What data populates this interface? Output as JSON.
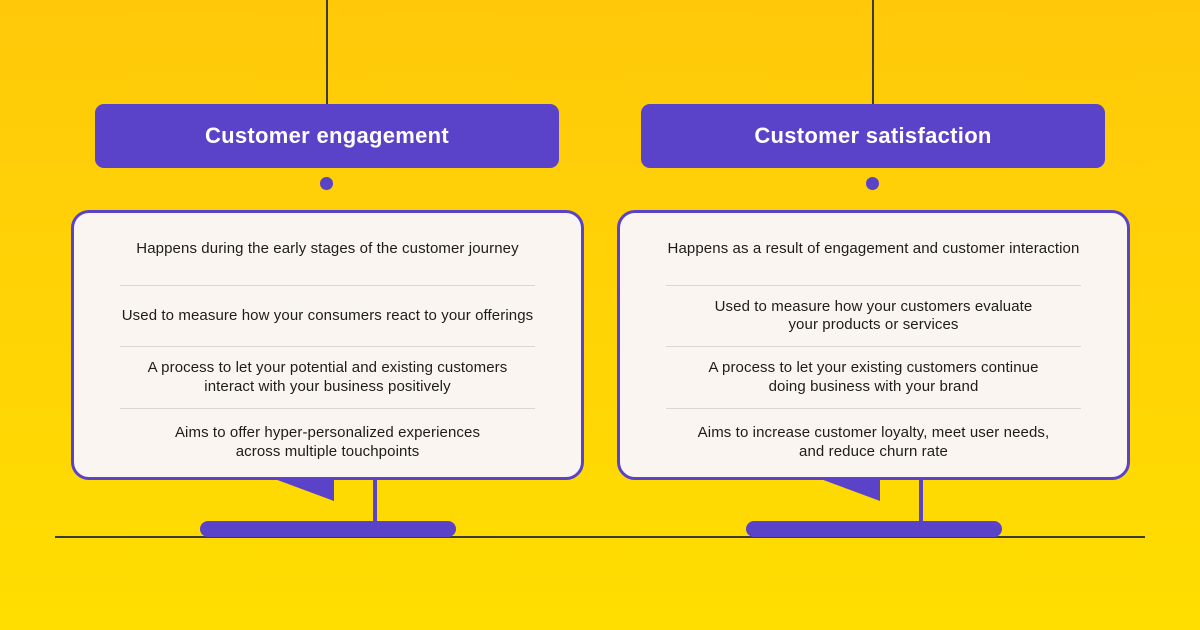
{
  "theme": {
    "background_top": "#FFC90A",
    "background_bottom": "#FFDE00",
    "purple": "#5A43C8",
    "card_bg": "#FAF5F0",
    "divider": "#DCD6D0",
    "ground_line": "#3C3C3C",
    "text": "#1E1C1A",
    "title_text": "#FFFFFF"
  },
  "columns": [
    {
      "title": "Customer engagement",
      "points": [
        "Happens during the early stages of the customer journey",
        "Used to measure how your consumers react to your offerings",
        "A process to let your potential and existing customers\ninteract with your business positively",
        "Aims to offer hyper-personalized experiences\nacross multiple touchpoints"
      ]
    },
    {
      "title": "Customer satisfaction",
      "points": [
        "Happens as a result of engagement and customer interaction",
        "Used to measure how your customers evaluate\nyour products or services",
        "A process to let your existing customers continue\ndoing business with your brand",
        "Aims to increase customer loyalty, meet user needs,\nand reduce churn rate"
      ]
    }
  ]
}
